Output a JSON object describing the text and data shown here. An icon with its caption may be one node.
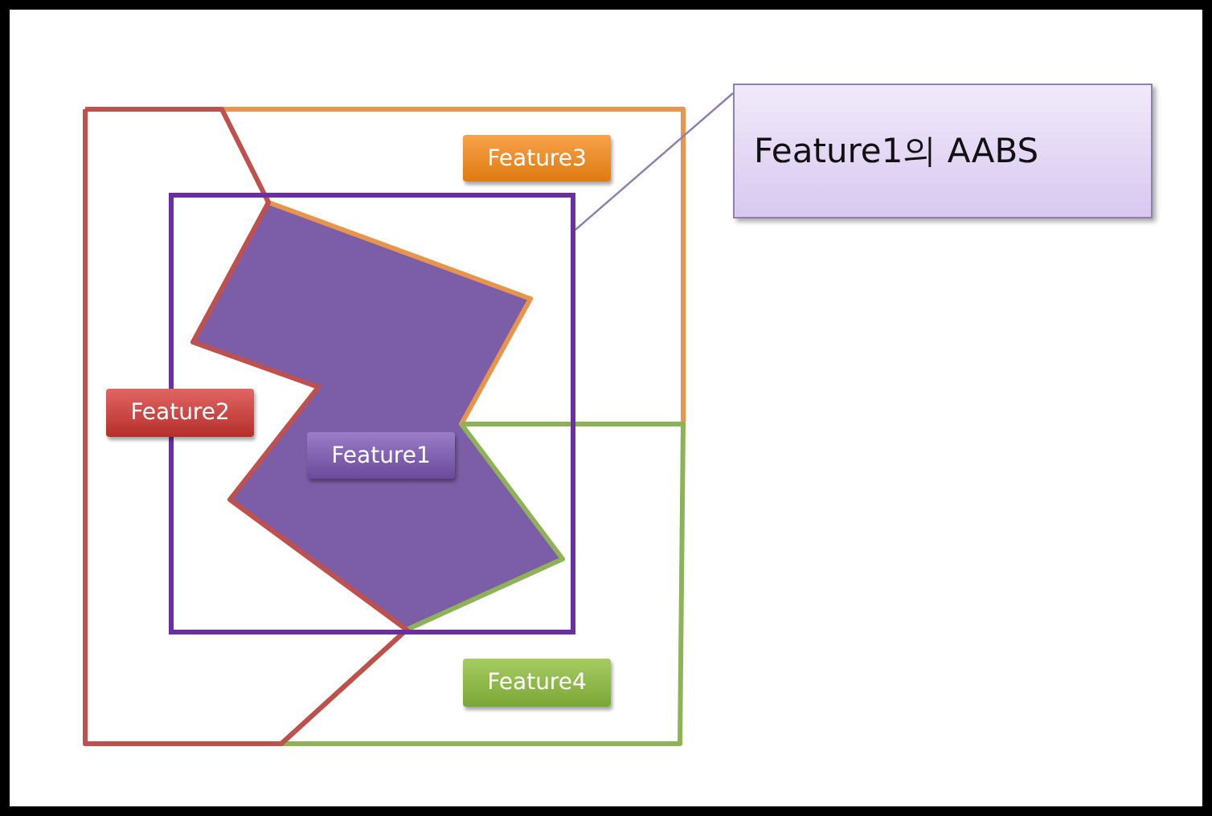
{
  "diagram": {
    "nodes": [
      {
        "text": [],
        "shape": "box"
      },
      {
        "text": [
          "Feature1"
        ],
        "in": 0
      },
      {
        "text": [
          "Feature2"
        ]
      },
      {
        "text": [
          "Feature3"
        ]
      },
      {
        "text": [
          "Feature4"
        ]
      },
      {
        "text": [
          "Feature1의 AABS"
        ]
      }
    ],
    "edges": [
      {
        "from": 5,
        "to": 0,
        "arrow": "none"
      }
    ]
  }
}
